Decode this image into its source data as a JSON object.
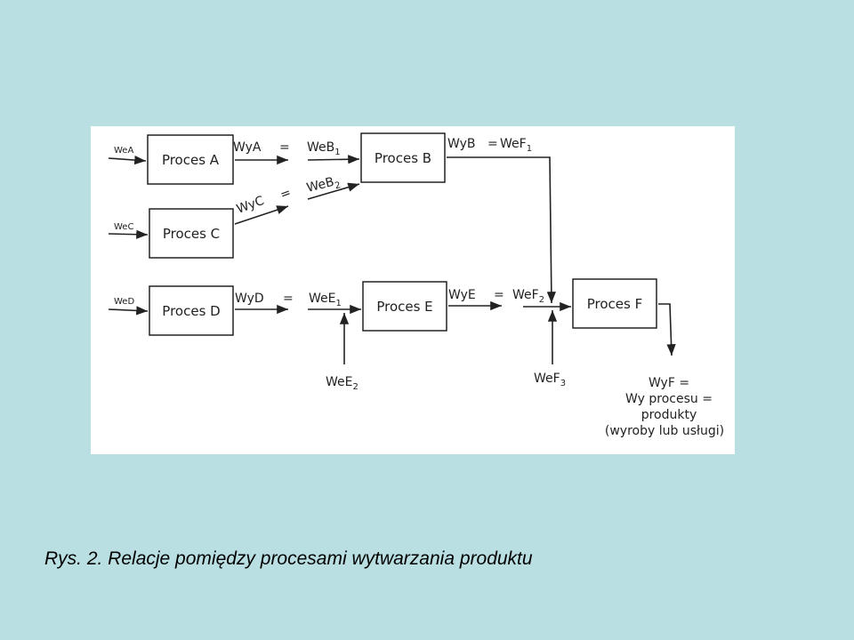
{
  "caption": "Rys. 2. Relacje pomiędzy procesami wytwarzania produktu",
  "colors": {
    "background": "#b9dfe2",
    "panel": "#ffffff",
    "ink": "#222222"
  },
  "processes": {
    "a": "Proces A",
    "b": "Proces B",
    "c": "Proces C",
    "d": "Proces D",
    "e": "Proces E",
    "f": "Proces F"
  },
  "inputs": {
    "wea": "WeA",
    "wec": "WeC",
    "wed": "WeD",
    "web1": "WeB",
    "web1_sub": "1",
    "web2": "WeB",
    "web2_sub": "2",
    "wee1": "WeE",
    "wee1_sub": "1",
    "wee2": "WeE",
    "wee2_sub": "2",
    "wef1": "WeF",
    "wef1_sub": "1",
    "wef2": "WeF",
    "wef2_sub": "2",
    "wef3": "WeF",
    "wef3_sub": "3"
  },
  "outputs": {
    "wya": "WyA",
    "wyb": "WyB",
    "wyc": "WyC",
    "wyd": "WyD",
    "wye": "WyE",
    "equals": "=",
    "wyf_lines": [
      "WyF =",
      "Wy procesu =",
      "produkty",
      "(wyroby lub usługi)"
    ]
  }
}
